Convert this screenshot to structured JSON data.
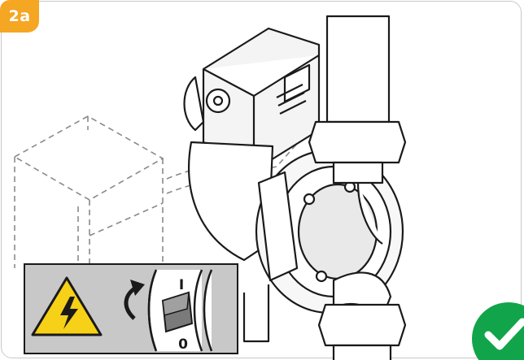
{
  "step": {
    "label": "2a",
    "color": "#f5a623"
  },
  "illustration": {
    "subject": "circulation-pump-with-electronics-box",
    "line_color": "#1a1a1a",
    "dashed_color": "#8a8a8a"
  },
  "warning_panel": {
    "background": "#c8c8c8",
    "hazard_color": "#f7d117",
    "switch_on_label": "I",
    "switch_off_label": "0"
  },
  "status": {
    "icon": "check-icon",
    "color": "#12a44a"
  }
}
